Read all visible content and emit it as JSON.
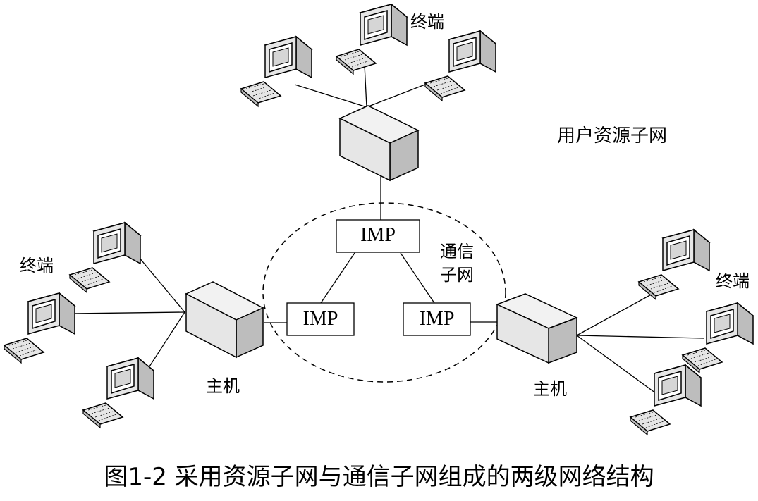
{
  "labels": {
    "user_subnet": "用户资源子网",
    "comm_subnet_line1": "通信",
    "comm_subnet_line2": "子网",
    "terminal_top": "终端",
    "terminal_left": "终端",
    "terminal_right": "终端",
    "host_left": "主机",
    "host_right": "主机",
    "imp_top": "IMP",
    "imp_left": "IMP",
    "imp_right": "IMP"
  },
  "caption": "图1-2  采用资源子网与通信子网组成的两级网络结构",
  "colors": {
    "stroke": "#000000",
    "box_face": "#e6e6e6",
    "box_top": "#f2f2f2",
    "box_side": "#bdbdbd",
    "screen": "#ffffff"
  },
  "icons": {
    "terminal": "desktop-computer-with-keyboard",
    "host": "server-box"
  }
}
